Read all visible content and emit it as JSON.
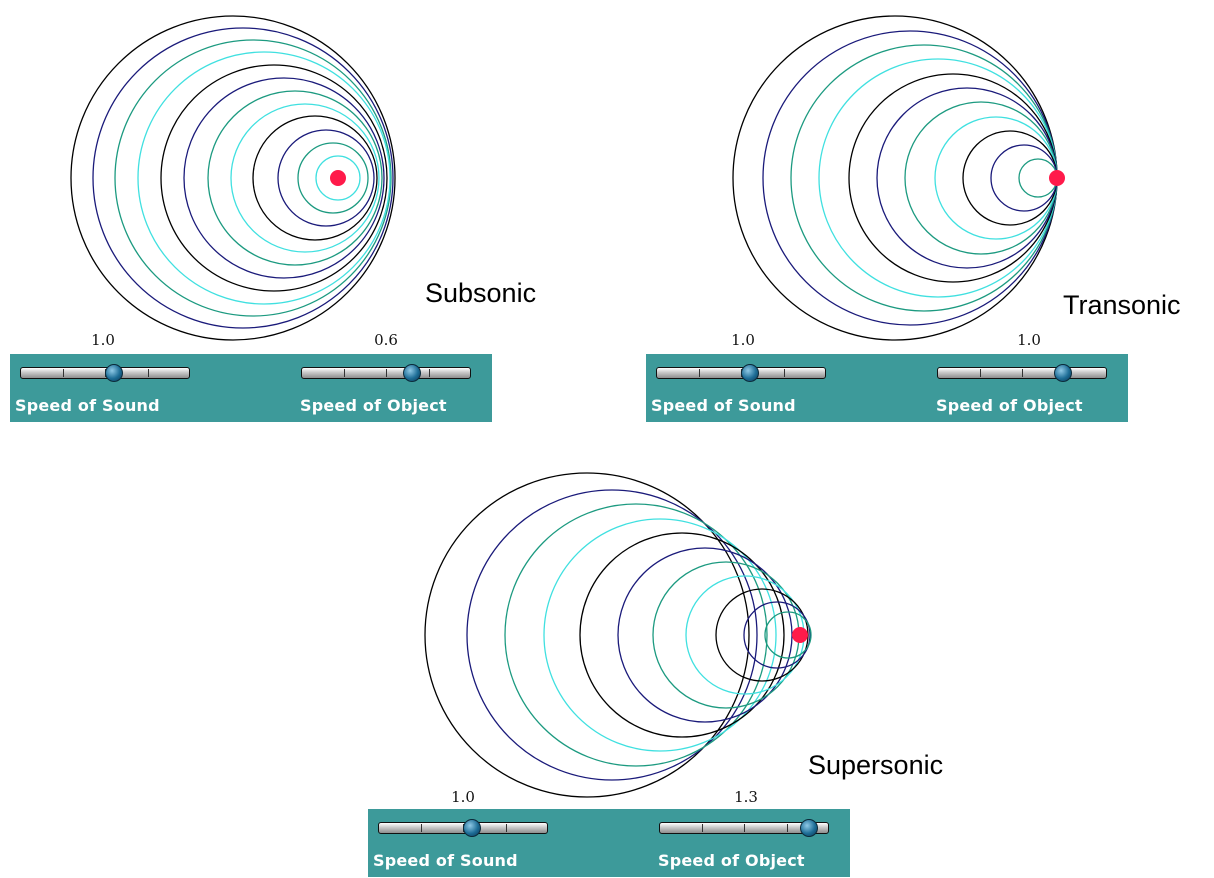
{
  "panels": [
    {
      "id": "subsonic",
      "label": "Subsonic",
      "sound_speed_value": "1.0",
      "object_speed_value": "0.6",
      "sound_slider_label": "Speed of Sound",
      "object_slider_label": "Speed of Object",
      "sound_slider_fraction": 0.55,
      "object_slider_fraction": 0.65
    },
    {
      "id": "transonic",
      "label": "Transonic",
      "sound_speed_value": "1.0",
      "object_speed_value": "1.0",
      "sound_slider_label": "Speed of Sound",
      "object_slider_label": "Speed of Object",
      "sound_slider_fraction": 0.55,
      "object_slider_fraction": 0.74
    },
    {
      "id": "supersonic",
      "label": "Supersonic",
      "sound_speed_value": "1.0",
      "object_speed_value": "1.3",
      "sound_slider_label": "Speed of Sound",
      "object_slider_label": "Speed of Object",
      "sound_slider_fraction": 0.55,
      "object_slider_fraction": 0.88
    }
  ],
  "colors": {
    "wave_cycle": [
      "#000000",
      "#1a1a7a",
      "#1c9a80",
      "#40e0e0"
    ],
    "object_dot": "#ff1a4a",
    "control_bar": "#3d9a9a",
    "slider_label_text": "#ffffff"
  }
}
